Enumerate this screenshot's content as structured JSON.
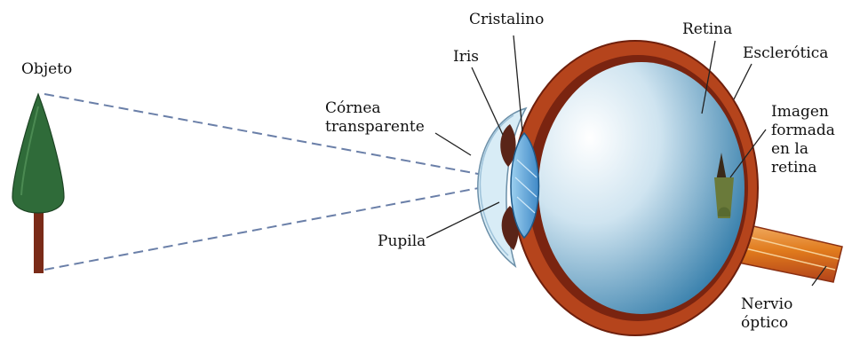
{
  "labels": {
    "objeto": "Objeto",
    "cristalino": "Cristalino",
    "iris": "Iris",
    "retina": "Retina",
    "esclerotica": "Esclerótica",
    "cornea": [
      "Córnea",
      "transparente"
    ],
    "imagen": [
      "Imagen",
      "formada",
      "en la",
      "retina"
    ],
    "pupila": "Pupila",
    "nervio": [
      "Nervio",
      "óptico"
    ]
  },
  "colors": {
    "sclera": "#b5441c",
    "sclera_dark": "#7a2410",
    "vitreous_light": "#eef5f9",
    "vitreous_dark": "#3c86b0",
    "lens": "#5ba3d6",
    "cornea": "#d8ecf6",
    "iris": "#5a2418",
    "tree_foliage": "#2f6b39",
    "tree_trunk": "#7a2b18",
    "ray": "#6a7fa8",
    "nerve": "#e8861f"
  }
}
